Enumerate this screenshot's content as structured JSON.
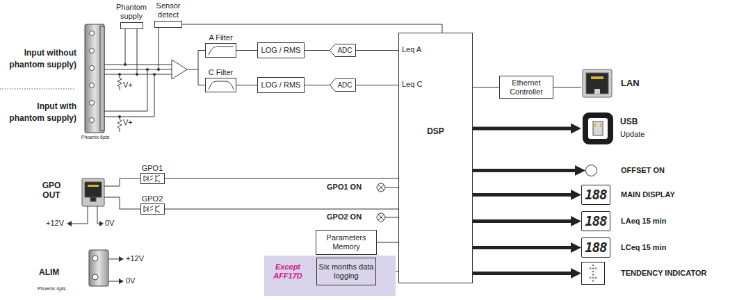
{
  "diagram": {
    "nodes": [
      {
        "text": [
          "Phantom supply"
        ]
      },
      {
        "text": [
          "Sensor detect"
        ]
      },
      {
        "text": [
          "Phoenix 6pts"
        ]
      },
      {
        "text": [
          "A Filter"
        ]
      },
      {
        "text": [
          "LOG / RMS"
        ]
      },
      {
        "text": [
          "ADC"
        ]
      },
      {
        "text": [
          "C Filter"
        ]
      },
      {
        "text": [
          "LOG / RMS"
        ]
      },
      {
        "text": [
          "ADC"
        ]
      },
      {
        "text": [
          "Leq A",
          "Leq C",
          "DSP"
        ]
      },
      {
        "text": [
          "Ethernet Controller"
        ]
      },
      {
        "text": [
          "LAN"
        ]
      },
      {
        "text": [
          "USB",
          "Update"
        ]
      },
      {
        "text": [
          "GPO1"
        ]
      },
      {
        "text": [
          "GPO2"
        ]
      },
      {
        "text": [
          "GPO OUT"
        ]
      },
      {
        "text": [
          "OFFSET ON"
        ]
      },
      {
        "text": [
          "188",
          "MAIN DISPLAY"
        ]
      },
      {
        "text": [
          "188",
          "LAeq 15 min"
        ]
      },
      {
        "text": [
          "188",
          "LCeq 15 min"
        ]
      },
      {
        "text": [
          "Parameters Memory"
        ]
      },
      {
        "text": [
          "Except AFF17D"
        ]
      },
      {
        "text": [
          "Six months data logging"
        ],
        "in": 21
      },
      {
        "text": [
          "TENDENCY INDICATOR"
        ]
      },
      {
        "text": [
          "ALIM",
          "Phoenix 4pts"
        ]
      }
    ],
    "edges": [
      {
        "from": 3,
        "to": 4,
        "arrow": "none"
      },
      {
        "from": 4,
        "to": 5,
        "arrow": "none"
      },
      {
        "from": 5,
        "to": 9,
        "arrow": "none"
      },
      {
        "from": 6,
        "to": 7,
        "arrow": "none"
      },
      {
        "from": 7,
        "to": 8,
        "arrow": "none"
      },
      {
        "from": 8,
        "to": 9,
        "arrow": "none"
      },
      {
        "from": 1,
        "to": 9,
        "arrow": "none"
      },
      {
        "from": 9,
        "to": 10,
        "arrow": "none"
      },
      {
        "from": 10,
        "to": 11,
        "arrow": "none"
      },
      {
        "from": 9,
        "to": 12,
        "arrow": "to"
      },
      {
        "from": 9,
        "to": 16,
        "arrow": "to"
      },
      {
        "from": 9,
        "to": 17,
        "arrow": "to"
      },
      {
        "from": 9,
        "to": 18,
        "arrow": "to"
      },
      {
        "from": 9,
        "to": 19,
        "arrow": "to"
      },
      {
        "from": 9,
        "to": 23,
        "arrow": "to"
      },
      {
        "from": 9,
        "to": 13,
        "arrow": "none"
      },
      {
        "from": 9,
        "to": 14,
        "arrow": "none"
      },
      {
        "from": 13,
        "to": 15,
        "arrow": "none"
      },
      {
        "from": 14,
        "to": 15,
        "arrow": "none"
      },
      {
        "from": 20,
        "to": 9,
        "arrow": "none"
      },
      {
        "from": 22,
        "to": 9,
        "arrow": "none"
      }
    ],
    "labels": [
      "Input without phantom supply)",
      "Input with phantom supply)",
      "V+",
      "V+",
      "GPO1 ON",
      "GPO2 ON",
      "+12V",
      "0V",
      "+12V",
      "0V"
    ]
  }
}
